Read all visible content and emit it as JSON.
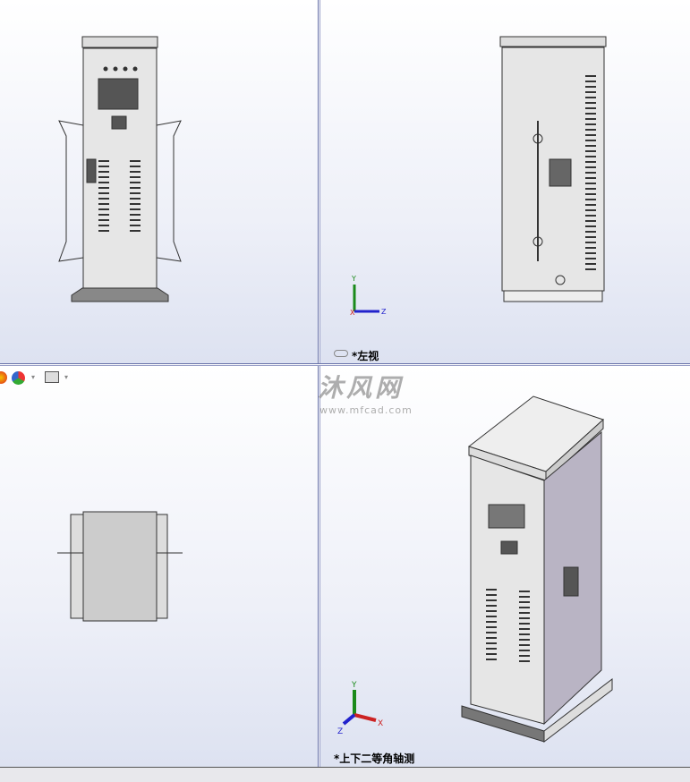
{
  "viewports": {
    "top_left": {
      "label": ""
    },
    "top_right": {
      "label": "*左视"
    },
    "bottom_left": {
      "label": ""
    },
    "bottom_right": {
      "label": "*上下二等角轴测"
    }
  },
  "triad": {
    "x": "X",
    "y": "Y",
    "z": "Z"
  },
  "watermark": {
    "text": "沐风网",
    "url": "www.mfcad.com"
  },
  "toolbar_icons": [
    "appearance-icon",
    "scene-icon",
    "display-settings-icon"
  ]
}
